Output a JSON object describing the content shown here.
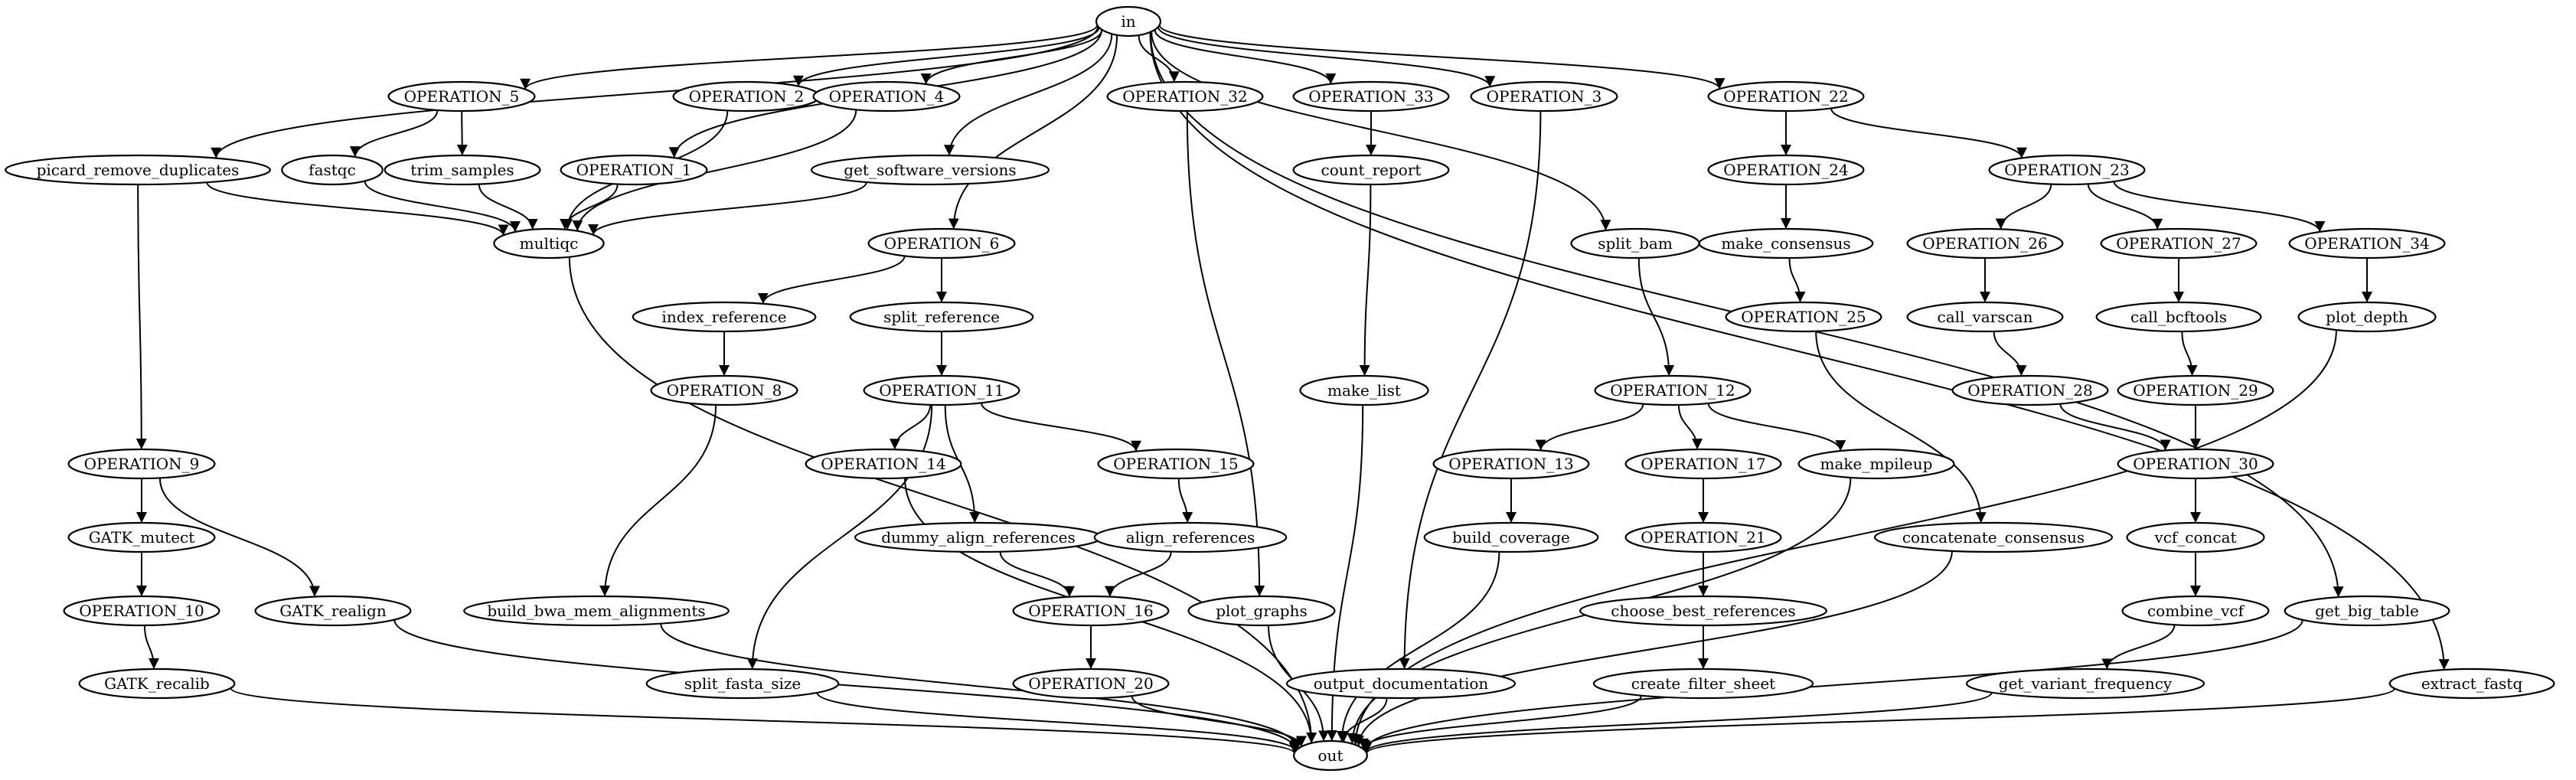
{
  "graph": {
    "nodes": [
      {
        "id": "in",
        "label": "in"
      },
      {
        "id": "picard_remove_duplicates",
        "label": "picard_remove_duplicates"
      },
      {
        "id": "OPERATION_5",
        "label": "OPERATION_5"
      },
      {
        "id": "OPERATION_2",
        "label": "OPERATION_2"
      },
      {
        "id": "OPERATION_4",
        "label": "OPERATION_4"
      },
      {
        "id": "OPERATION_32",
        "label": "OPERATION_32"
      },
      {
        "id": "OPERATION_33",
        "label": "OPERATION_33"
      },
      {
        "id": "OPERATION_3",
        "label": "OPERATION_3"
      },
      {
        "id": "OPERATION_22",
        "label": "OPERATION_22"
      },
      {
        "id": "fastqc",
        "label": "fastqc"
      },
      {
        "id": "trim_samples",
        "label": "trim_samples"
      },
      {
        "id": "OPERATION_1",
        "label": "OPERATION_1"
      },
      {
        "id": "get_software_versions",
        "label": "get_software_versions"
      },
      {
        "id": "count_report",
        "label": "count_report"
      },
      {
        "id": "OPERATION_24",
        "label": "OPERATION_24"
      },
      {
        "id": "OPERATION_23",
        "label": "OPERATION_23"
      },
      {
        "id": "multiqc",
        "label": "multiqc"
      },
      {
        "id": "OPERATION_6",
        "label": "OPERATION_6"
      },
      {
        "id": "split_bam",
        "label": "split_bam"
      },
      {
        "id": "make_consensus",
        "label": "make_consensus"
      },
      {
        "id": "OPERATION_26",
        "label": "OPERATION_26"
      },
      {
        "id": "OPERATION_27",
        "label": "OPERATION_27"
      },
      {
        "id": "OPERATION_34",
        "label": "OPERATION_34"
      },
      {
        "id": "index_reference",
        "label": "index_reference"
      },
      {
        "id": "split_reference",
        "label": "split_reference"
      },
      {
        "id": "OPERATION_25",
        "label": "OPERATION_25"
      },
      {
        "id": "call_varscan",
        "label": "call_varscan"
      },
      {
        "id": "call_bcftools",
        "label": "call_bcftools"
      },
      {
        "id": "plot_depth",
        "label": "plot_depth"
      },
      {
        "id": "OPERATION_8",
        "label": "OPERATION_8"
      },
      {
        "id": "OPERATION_11",
        "label": "OPERATION_11"
      },
      {
        "id": "make_list",
        "label": "make_list"
      },
      {
        "id": "OPERATION_12",
        "label": "OPERATION_12"
      },
      {
        "id": "OPERATION_28",
        "label": "OPERATION_28"
      },
      {
        "id": "OPERATION_29",
        "label": "OPERATION_29"
      },
      {
        "id": "OPERATION_9",
        "label": "OPERATION_9"
      },
      {
        "id": "OPERATION_14",
        "label": "OPERATION_14"
      },
      {
        "id": "OPERATION_15",
        "label": "OPERATION_15"
      },
      {
        "id": "OPERATION_13",
        "label": "OPERATION_13"
      },
      {
        "id": "OPERATION_17",
        "label": "OPERATION_17"
      },
      {
        "id": "make_mpileup",
        "label": "make_mpileup"
      },
      {
        "id": "OPERATION_30",
        "label": "OPERATION_30"
      },
      {
        "id": "GATK_mutect",
        "label": "GATK_mutect"
      },
      {
        "id": "dummy_align_references",
        "label": "dummy_align_references"
      },
      {
        "id": "align_references",
        "label": "align_references"
      },
      {
        "id": "build_coverage",
        "label": "build_coverage"
      },
      {
        "id": "OPERATION_21",
        "label": "OPERATION_21"
      },
      {
        "id": "concatenate_consensus",
        "label": "concatenate_consensus"
      },
      {
        "id": "vcf_concat",
        "label": "vcf_concat"
      },
      {
        "id": "OPERATION_10",
        "label": "OPERATION_10"
      },
      {
        "id": "GATK_realign",
        "label": "GATK_realign"
      },
      {
        "id": "build_bwa_mem_alignments",
        "label": "build_bwa_mem_alignments"
      },
      {
        "id": "OPERATION_16",
        "label": "OPERATION_16"
      },
      {
        "id": "plot_graphs",
        "label": "plot_graphs"
      },
      {
        "id": "choose_best_references",
        "label": "choose_best_references"
      },
      {
        "id": "combine_vcf",
        "label": "combine_vcf"
      },
      {
        "id": "get_big_table",
        "label": "get_big_table"
      },
      {
        "id": "GATK_recalib",
        "label": "GATK_recalib"
      },
      {
        "id": "split_fasta_size",
        "label": "split_fasta_size"
      },
      {
        "id": "OPERATION_20",
        "label": "OPERATION_20"
      },
      {
        "id": "output_documentation",
        "label": "output_documentation"
      },
      {
        "id": "create_filter_sheet",
        "label": "create_filter_sheet"
      },
      {
        "id": "get_variant_frequency",
        "label": "get_variant_frequency"
      },
      {
        "id": "extract_fastq",
        "label": "extract_fastq"
      },
      {
        "id": "out",
        "label": "out"
      }
    ],
    "edges": [
      [
        "in",
        "picard_remove_duplicates"
      ],
      [
        "in",
        "OPERATION_5"
      ],
      [
        "in",
        "OPERATION_1"
      ],
      [
        "in",
        "OPERATION_2"
      ],
      [
        "in",
        "OPERATION_4"
      ],
      [
        "in",
        "get_software_versions"
      ],
      [
        "in",
        "OPERATION_6"
      ],
      [
        "in",
        "OPERATION_32"
      ],
      [
        "in",
        "OPERATION_33"
      ],
      [
        "in",
        "OPERATION_3"
      ],
      [
        "in",
        "split_bam"
      ],
      [
        "in",
        "OPERATION_22"
      ],
      [
        "in",
        "get_big_table"
      ],
      [
        "in",
        "extract_fastq"
      ],
      [
        "OPERATION_5",
        "fastqc"
      ],
      [
        "OPERATION_5",
        "trim_samples"
      ],
      [
        "picard_remove_duplicates",
        "multiqc"
      ],
      [
        "picard_remove_duplicates",
        "OPERATION_9"
      ],
      [
        "fastqc",
        "multiqc"
      ],
      [
        "trim_samples",
        "multiqc"
      ],
      [
        "OPERATION_1",
        "multiqc"
      ],
      [
        "OPERATION_2",
        "multiqc"
      ],
      [
        "OPERATION_4",
        "multiqc"
      ],
      [
        "get_software_versions",
        "multiqc"
      ],
      [
        "OPERATION_33",
        "count_report"
      ],
      [
        "count_report",
        "make_list"
      ],
      [
        "OPERATION_22",
        "OPERATION_24"
      ],
      [
        "OPERATION_22",
        "OPERATION_23"
      ],
      [
        "OPERATION_24",
        "make_consensus"
      ],
      [
        "make_consensus",
        "OPERATION_25"
      ],
      [
        "OPERATION_23",
        "OPERATION_26"
      ],
      [
        "OPERATION_23",
        "OPERATION_27"
      ],
      [
        "OPERATION_23",
        "OPERATION_34"
      ],
      [
        "OPERATION_26",
        "call_varscan"
      ],
      [
        "OPERATION_27",
        "call_bcftools"
      ],
      [
        "OPERATION_34",
        "plot_depth"
      ],
      [
        "call_varscan",
        "OPERATION_28"
      ],
      [
        "call_bcftools",
        "OPERATION_29"
      ],
      [
        "OPERATION_28",
        "OPERATION_30"
      ],
      [
        "OPERATION_29",
        "OPERATION_30"
      ],
      [
        "OPERATION_30",
        "vcf_concat"
      ],
      [
        "vcf_concat",
        "combine_vcf"
      ],
      [
        "combine_vcf",
        "get_variant_frequency"
      ],
      [
        "OPERATION_6",
        "index_reference"
      ],
      [
        "OPERATION_6",
        "split_reference"
      ],
      [
        "index_reference",
        "OPERATION_8"
      ],
      [
        "OPERATION_8",
        "build_bwa_mem_alignments"
      ],
      [
        "split_reference",
        "OPERATION_11"
      ],
      [
        "OPERATION_11",
        "split_fasta_size"
      ],
      [
        "OPERATION_11",
        "OPERATION_14"
      ],
      [
        "OPERATION_11",
        "dummy_align_references"
      ],
      [
        "OPERATION_11",
        "OPERATION_15"
      ],
      [
        "OPERATION_15",
        "align_references"
      ],
      [
        "dummy_align_references",
        "OPERATION_16"
      ],
      [
        "align_references",
        "OPERATION_16"
      ],
      [
        "OPERATION_16",
        "OPERATION_20"
      ],
      [
        "OPERATION_9",
        "GATK_mutect"
      ],
      [
        "OPERATION_9",
        "GATK_realign"
      ],
      [
        "GATK_mutect",
        "OPERATION_10"
      ],
      [
        "OPERATION_10",
        "GATK_recalib"
      ],
      [
        "split_bam",
        "OPERATION_12"
      ],
      [
        "OPERATION_12",
        "OPERATION_13"
      ],
      [
        "OPERATION_12",
        "OPERATION_17"
      ],
      [
        "OPERATION_12",
        "make_mpileup"
      ],
      [
        "OPERATION_13",
        "build_coverage"
      ],
      [
        "OPERATION_17",
        "OPERATION_21"
      ],
      [
        "OPERATION_21",
        "choose_best_references"
      ],
      [
        "choose_best_references",
        "create_filter_sheet"
      ],
      [
        "OPERATION_32",
        "plot_graphs"
      ],
      [
        "OPERATION_3",
        "output_documentation"
      ],
      [
        "OPERATION_25",
        "concatenate_consensus"
      ],
      [
        "multiqc",
        "out"
      ],
      [
        "GATK_recalib",
        "out"
      ],
      [
        "GATK_realign",
        "out"
      ],
      [
        "build_bwa_mem_alignments",
        "out"
      ],
      [
        "split_fasta_size",
        "out"
      ],
      [
        "OPERATION_14",
        "out"
      ],
      [
        "OPERATION_20",
        "out"
      ],
      [
        "plot_graphs",
        "out"
      ],
      [
        "make_list",
        "out"
      ],
      [
        "output_documentation",
        "out"
      ],
      [
        "build_coverage",
        "out"
      ],
      [
        "make_mpileup",
        "out"
      ],
      [
        "create_filter_sheet",
        "out"
      ],
      [
        "concatenate_consensus",
        "out"
      ],
      [
        "get_variant_frequency",
        "out"
      ],
      [
        "plot_depth",
        "out"
      ],
      [
        "get_big_table",
        "out"
      ],
      [
        "extract_fastq",
        "out"
      ]
    ]
  }
}
